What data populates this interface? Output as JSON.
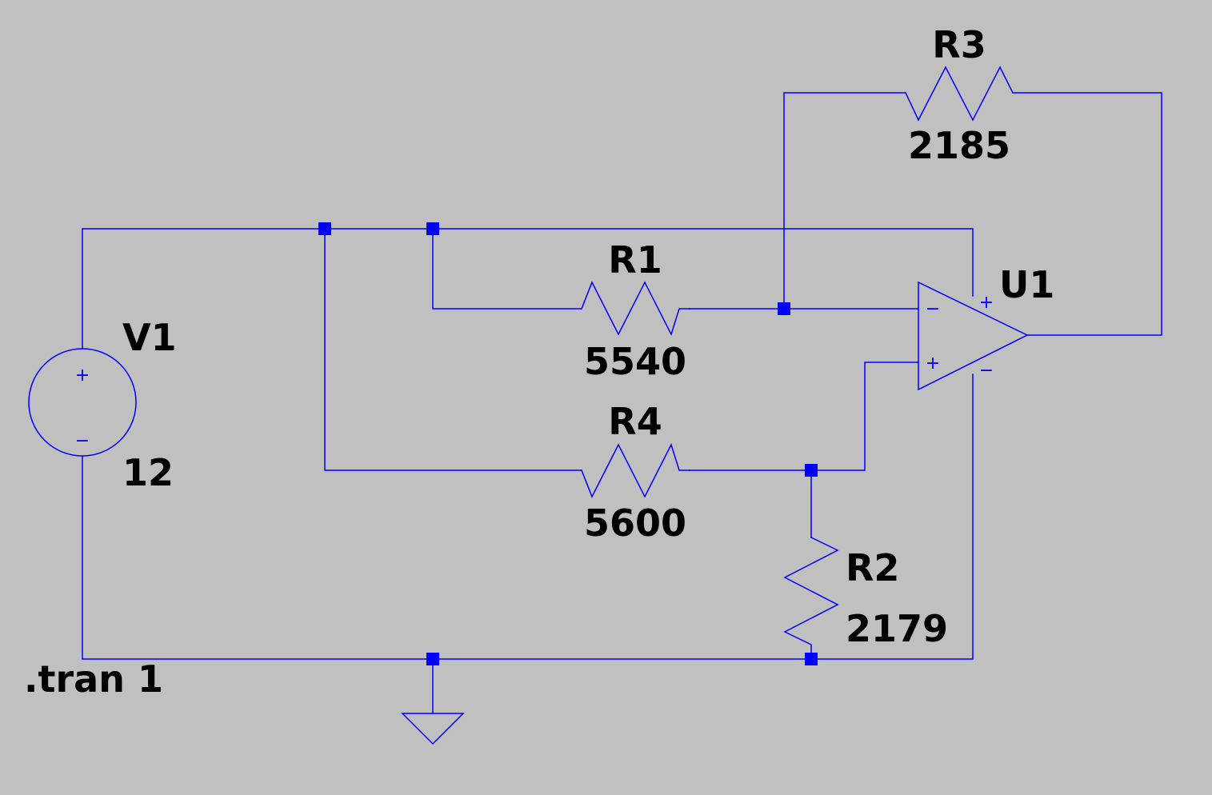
{
  "colors": {
    "background": "#c0c0c0",
    "wire": "#0000ff",
    "symbol": "#0000ff",
    "junction": "#0000ff",
    "text": "#000000",
    "symbol_text": "#0000ff"
  },
  "components": {
    "V1": {
      "name": "V1",
      "value": "12"
    },
    "R1": {
      "name": "R1",
      "value": "5540"
    },
    "R2": {
      "name": "R2",
      "value": "2179"
    },
    "R3": {
      "name": "R3",
      "value": "2185"
    },
    "R4": {
      "name": "R4",
      "value": "5600"
    },
    "U1": {
      "name": "U1"
    }
  },
  "directive": ".tran 1",
  "opamp_pins": {
    "inverting": "−",
    "noninverting": "+",
    "vplus": "+",
    "vminus": "−"
  },
  "source_pins": {
    "plus": "+",
    "minus": "−"
  }
}
